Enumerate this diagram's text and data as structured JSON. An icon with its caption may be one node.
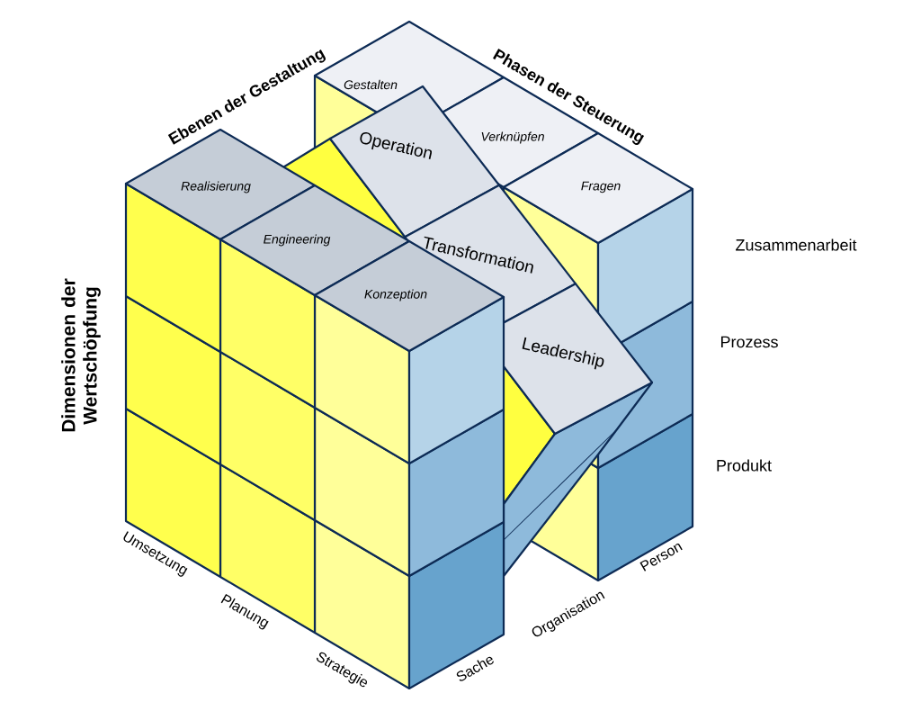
{
  "diagram": {
    "nodes": [
      {
        "text": [
          "Realisierung"
        ]
      },
      {
        "text": [
          "Engineering"
        ]
      },
      {
        "text": [
          "Konzeption"
        ]
      },
      {
        "text": [
          "Gestalten"
        ]
      },
      {
        "text": [
          "Verknüpfen"
        ]
      },
      {
        "text": [
          "Fragen"
        ]
      },
      {
        "text": [
          "Operation"
        ]
      },
      {
        "text": [
          "Transformation"
        ]
      },
      {
        "text": [
          "Leadership"
        ]
      }
    ],
    "labels": [
      "Ebenen der Gestaltung",
      "Phasen der Steuerung",
      "Dimensionen der Wertschöpfung",
      "Zusammenarbeit",
      "Prozess",
      "Produkt",
      "Umsetzung",
      "Planung",
      "Strategie",
      "Sache",
      "Organisation",
      "Person"
    ]
  }
}
